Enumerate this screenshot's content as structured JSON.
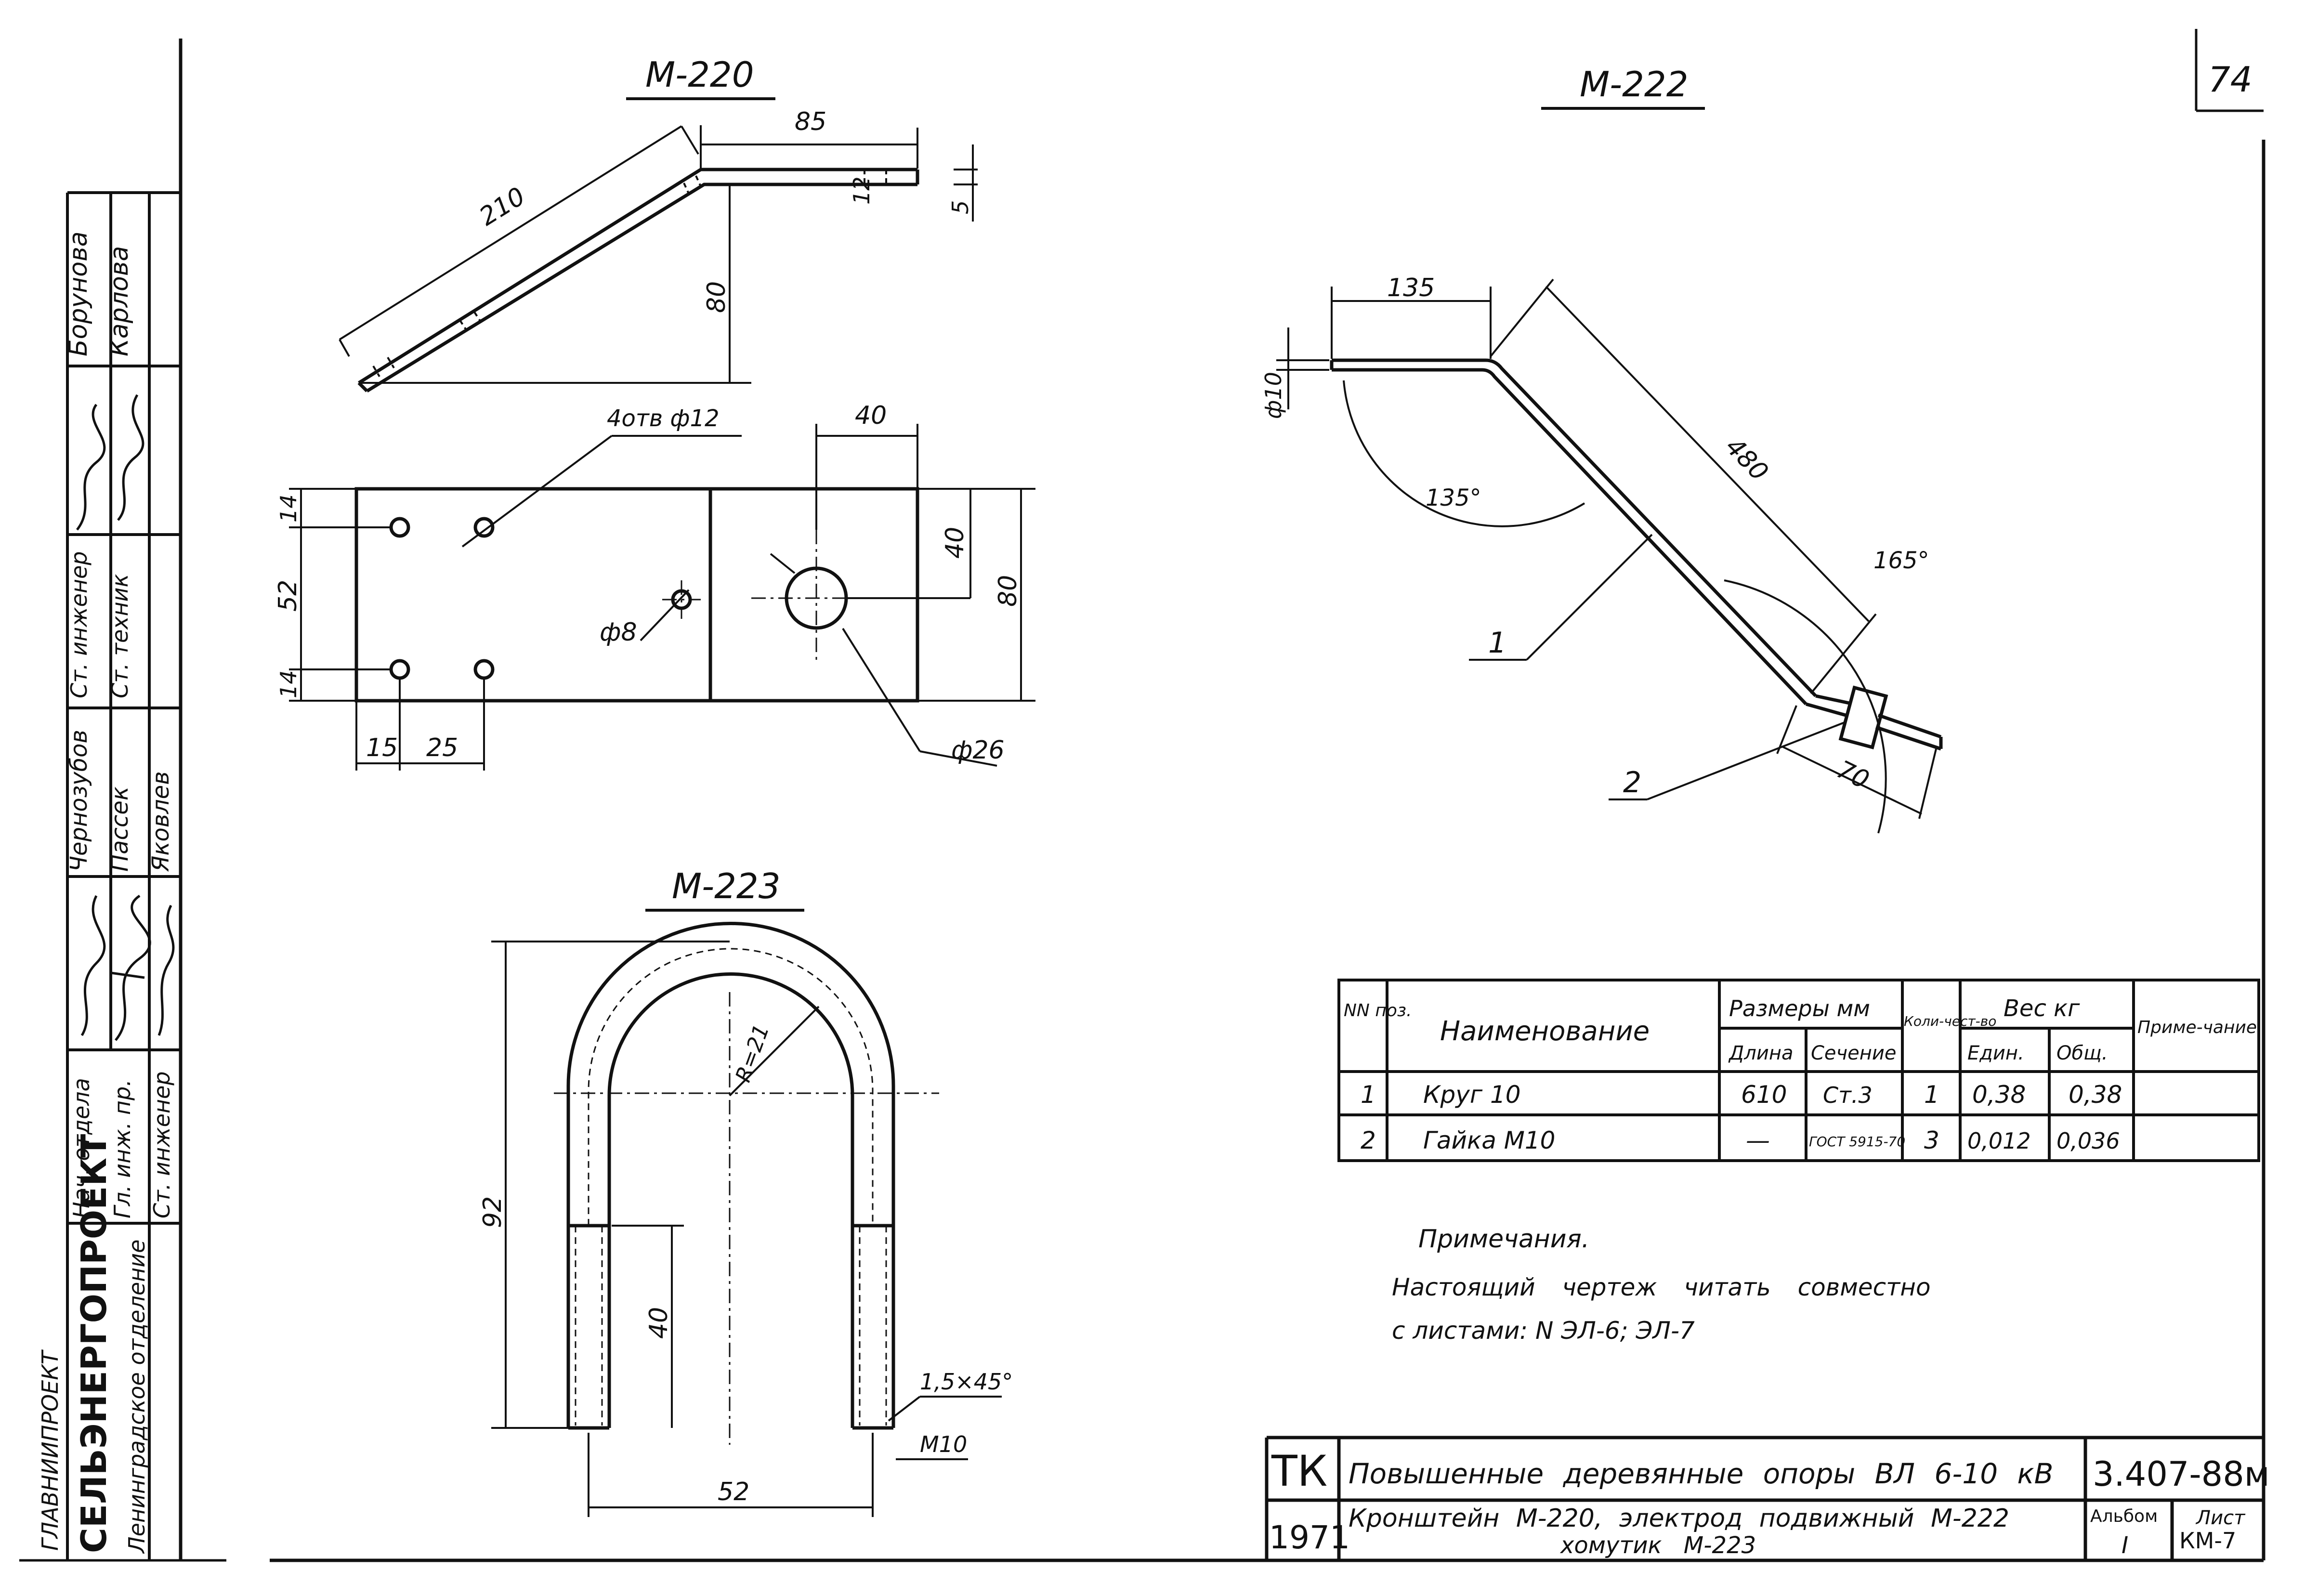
{
  "sheet": {
    "number": "74"
  },
  "drawings": {
    "m220": {
      "title": "М-220",
      "dims": {
        "len_210": "210",
        "len_85": "85",
        "thk_12": "12",
        "thk_5": "5",
        "h_80": "80",
        "holes": "4отв ф12",
        "w_40": "40",
        "h_14a": "14",
        "h_52": "52",
        "h_14b": "14",
        "h_40": "40",
        "h_80b": "80",
        "d_8": "ф8",
        "d_26": "ф26",
        "w_15": "15",
        "w_25": "25"
      }
    },
    "m222": {
      "title": "М-222",
      "dims": {
        "len_135": "135",
        "d_10": "ф10",
        "len_480": "480",
        "ang_135": "135°",
        "ang_165": "165°",
        "len_70": "70",
        "pos_1": "1",
        "pos_2": "2"
      }
    },
    "m223": {
      "title": "М-223",
      "dims": {
        "h_92": "92",
        "r_21": "R=21",
        "h_40": "40",
        "chamfer": "1,5×45°",
        "thread": "М10",
        "w_52": "52"
      }
    }
  },
  "spec_table": {
    "headers": {
      "pos": "NN поз.",
      "name": "Наименование",
      "sizes": "Размеры мм",
      "length": "Длина",
      "section": "Сечение",
      "qty": "Коли-чест-во",
      "weight": "Вес кг",
      "unit": "Един.",
      "total": "Общ.",
      "note": "Приме-чание"
    },
    "rows": [
      {
        "pos": "1",
        "name": "Круг 10",
        "length": "610",
        "section": "Ст.3",
        "qty": "1",
        "unit": "0,38",
        "total": "0,38",
        "note": ""
      },
      {
        "pos": "2",
        "name": "Гайка М10",
        "length": "—",
        "section": "ГОСТ 5915-70",
        "qty": "3",
        "unit": "0,012",
        "total": "0,036",
        "note": ""
      }
    ]
  },
  "notes": {
    "title": "Примечания.",
    "line1": "Настоящий чертеж читать совместно",
    "line2": "с листами: N ЭЛ-6; ЭЛ-7"
  },
  "title_block": {
    "tk": "ТК",
    "year": "1971",
    "project_title": "Повышенные деревянные опоры ВЛ 6-10 кВ",
    "sheet_title_1": "Кронштейн М-220, электрод подвижный М-222",
    "sheet_title_2": "хомутик М-223",
    "code": "3.407-88м",
    "album_label": "Альбом",
    "album_value": "I",
    "sheet_label": "Лист",
    "sheet_value": "КМ-7"
  },
  "side_stamp": {
    "org_line1": "ГЛАВНИИПРОЕКТ",
    "org_line2": "СЕЛЬЭНЕРГОПРОЕКТ",
    "org_line3": "Ленинградское отделение",
    "roles": [
      "Нач. отдела",
      "Гл. инж. пр.",
      "Ст. инженер"
    ],
    "names_a": [
      "Чернозубов",
      "Пассек",
      "Яковлев"
    ],
    "roles_b": [
      "Ст. инженер",
      "Ст. техник"
    ],
    "names_b": [
      "Борунова",
      "Карлова"
    ]
  }
}
